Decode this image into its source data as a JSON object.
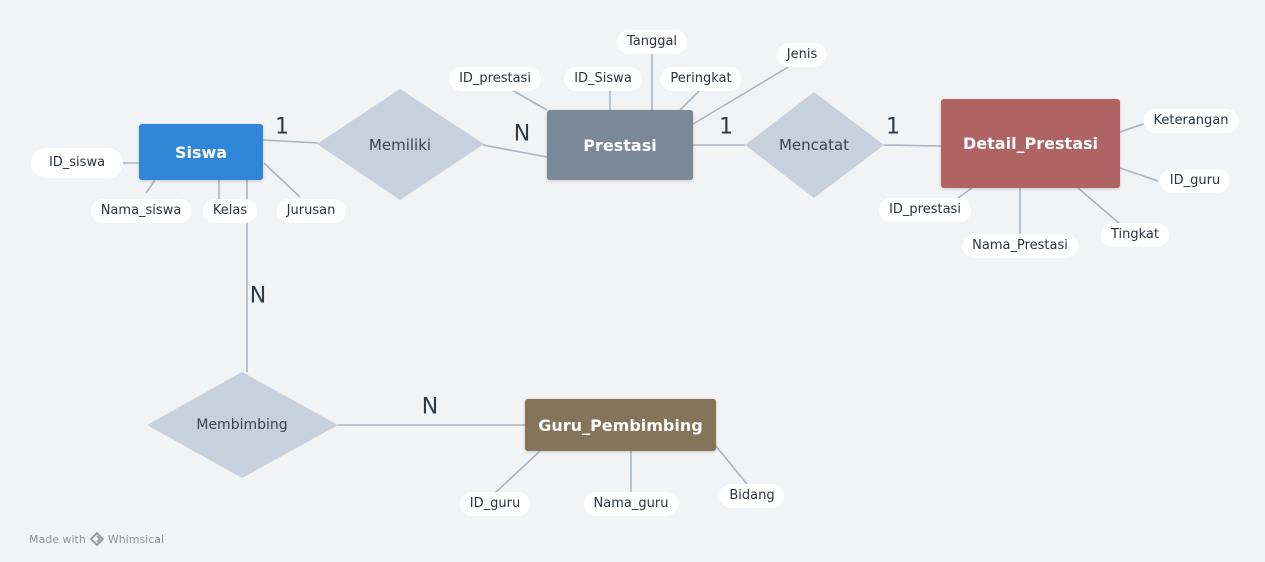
{
  "entities": {
    "siswa": "Siswa",
    "prestasi": "Prestasi",
    "detail_prestasi": "Detail_Prestasi",
    "guru_pembimbing": "Guru_Pembimbing"
  },
  "relationships": {
    "memiliki": "Memiliki",
    "mencatat": "Mencatat",
    "membimbing": "Membimbing"
  },
  "attributes": {
    "siswa": [
      "ID_siswa",
      "Nama_siswa",
      "Kelas",
      "Jurusan"
    ],
    "prestasi": [
      "ID_prestasi",
      "ID_Siswa",
      "Tanggal",
      "Peringkat",
      "Jenis"
    ],
    "detail_prestasi": [
      "Keterangan",
      "ID_guru",
      "ID_prestasi",
      "Nama_Prestasi",
      "Tingkat"
    ],
    "guru_pembimbing": [
      "ID_guru",
      "Nama_guru",
      "Bidang"
    ]
  },
  "cardinalities": {
    "siswa_memiliki": "1",
    "memiliki_prestasi": "N",
    "prestasi_mencatat": "1",
    "mencatat_detail": "1",
    "siswa_membimbing": "N",
    "membimbing_guru": "N"
  },
  "colors": {
    "siswa": "#2f87d8",
    "prestasi": "#7a8897",
    "detail_prestasi": "#b06363",
    "guru_pembimbing": "#85735a",
    "relationship": "#c6d1db",
    "line": "#a9b5c1"
  },
  "footer": {
    "made_with": "Made with",
    "brand": "Whimsical"
  }
}
